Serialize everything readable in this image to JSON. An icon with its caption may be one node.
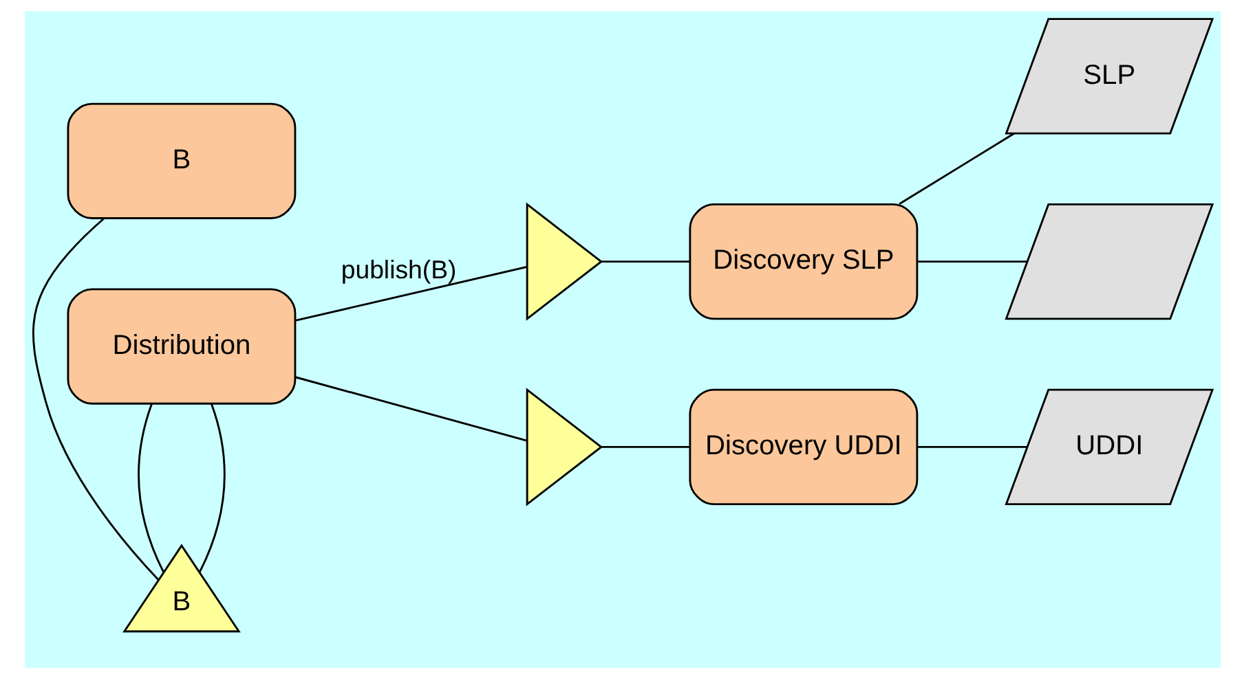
{
  "diagram": {
    "nodes": [
      {
        "text": [
          "B"
        ]
      },
      {
        "text": [
          "B"
        ]
      },
      {
        "text": [
          "Distribution"
        ]
      },
      {
        "text": [],
        "shape": "triangle"
      },
      {
        "text": [
          "Discovery SLP"
        ]
      },
      {
        "text": [
          "SLP"
        ]
      },
      {
        "text": [],
        "shape": "parallelogram"
      },
      {
        "text": [],
        "shape": "triangle"
      },
      {
        "text": [
          "Discovery UDDI"
        ]
      },
      {
        "text": [
          "UDDI"
        ]
      }
    ],
    "edges": [
      {
        "from": 0,
        "to": 1,
        "arrow": "none"
      },
      {
        "from": 1,
        "to": 2,
        "arrow": "none"
      },
      {
        "from": 2,
        "to": 1,
        "arrow": "none"
      },
      {
        "from": 2,
        "to": 3,
        "arrow": "none",
        "label": "publish(B)"
      },
      {
        "from": 2,
        "to": 7,
        "arrow": "none"
      },
      {
        "from": 3,
        "to": 4,
        "arrow": "none"
      },
      {
        "from": 7,
        "to": 8,
        "arrow": "none"
      },
      {
        "from": 4,
        "to": 5,
        "arrow": "none"
      },
      {
        "from": 4,
        "to": 6,
        "arrow": "none"
      },
      {
        "from": 8,
        "to": 9,
        "arrow": "none"
      }
    ]
  }
}
